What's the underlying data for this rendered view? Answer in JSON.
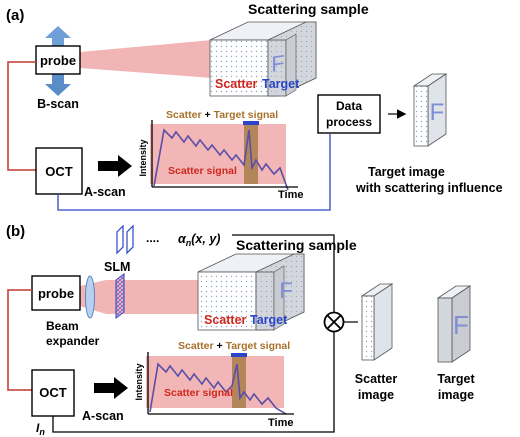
{
  "colors": {
    "wire": "#c0392b",
    "beam": "#f2b5b5",
    "scatter_text": "#d0281e",
    "target_text": "#2a45c8",
    "signal_text": "#a8712c",
    "box_stroke": "#000000",
    "chart_bg": "#f3b6b6",
    "trace": "#5a4ea8",
    "arrow_blue": "#6e9fd6",
    "dot": "#8fa6c8",
    "target_box": "#c9ccd2",
    "f_letter": "#7f8fd6"
  },
  "panel_a": {
    "label": "(a)",
    "sample_title": "Scattering sample",
    "probe_label": "probe",
    "bscan_label": "B-scan",
    "oct_label": "OCT",
    "ascan_label": "A-scan",
    "scatter_label": "Scatter",
    "target_label": "Target",
    "sample_letter": "F",
    "plot": {
      "y_label": "Intensity",
      "x_label": "Time",
      "title_part1": "Scatter",
      "title_plus": " + ",
      "title_part2": "Target signal",
      "scatter_signal": "Scatter signal"
    },
    "data_process": [
      "Data",
      "process"
    ],
    "result_caption": [
      "Target image",
      "with scattering influence"
    ],
    "result_letter": "F"
  },
  "panel_b": {
    "label": "(b)",
    "sample_title": "Scattering sample",
    "alpha_label": "αn(x, y)",
    "dots": "....",
    "slm_label": "SLM",
    "probe_label": "probe",
    "beam_expander": [
      "Beam",
      "expander"
    ],
    "oct_label": "OCT",
    "ascan_label": "A-scan",
    "in_label": "In",
    "scatter_label": "Scatter",
    "target_label": "Target",
    "sample_letter": "F",
    "plot": {
      "y_label": "Intensity",
      "x_label": "Time",
      "title_part1": "Scatter",
      "title_plus": " + ",
      "title_part2": "Target signal",
      "scatter_signal": "Scatter signal"
    },
    "scatter_image": [
      "Scatter",
      "image"
    ],
    "target_image": [
      "Target",
      "image"
    ],
    "target_letter": "F"
  }
}
